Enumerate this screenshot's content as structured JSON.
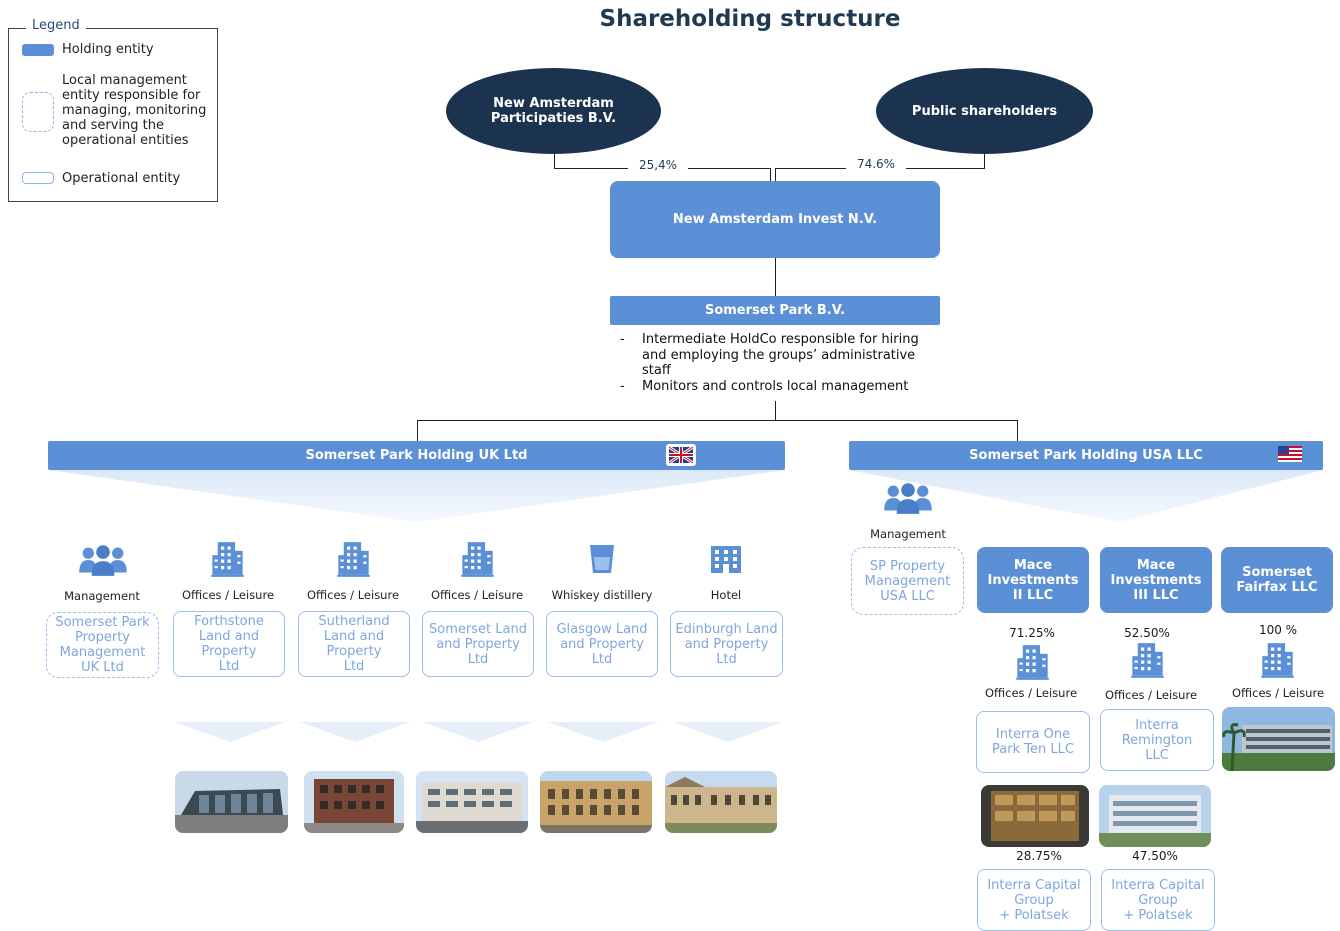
{
  "title": "Shareholding structure",
  "legend": {
    "title": "Legend",
    "holding": "Holding entity",
    "local_line1": "Local management",
    "local_line2": "entity responsible for",
    "local_line3": "managing, monitoring",
    "local_line4": "and serving the",
    "local_line5": "operational entities",
    "operational": "Operational entity"
  },
  "shareholders": {
    "nap_line1": "New Amsterdam",
    "nap_line2": "Participaties B.V.",
    "public": "Public shareholders",
    "nap_pct": "25,4%",
    "public_pct": "74.6%"
  },
  "nai": "New Amsterdam Invest N.V.",
  "spbv": {
    "name": "Somerset Park B.V.",
    "bullet1_line1": "Intermediate HoldCo responsible for hiring",
    "bullet1_line2": "and employing the groups’ administrative",
    "bullet1_line3": "staff",
    "bullet2": "Monitors and controls local management",
    "dash": "-"
  },
  "uk": {
    "name": "Somerset Park Holding UK Ltd",
    "items": [
      {
        "type": "Management",
        "line1": "Somerset Park",
        "line2": "Property",
        "line3": "Management",
        "line4": "UK Ltd"
      },
      {
        "type": "Offices / Leisure",
        "line1": "Forthstone",
        "line2": "Land and",
        "line3": "Property",
        "line4": "Ltd"
      },
      {
        "type": "Offices / Leisure",
        "line1": "Sutherland",
        "line2": "Land and",
        "line3": "Property",
        "line4": "Ltd"
      },
      {
        "type": "Offices / Leisure",
        "line1": "Somerset Land",
        "line2": "and Property",
        "line3": "Ltd"
      },
      {
        "type": "Whiskey distillery",
        "line1": "Glasgow Land",
        "line2": "and Property",
        "line3": "Ltd"
      },
      {
        "type": "Hotel",
        "line1": "Edinburgh Land",
        "line2": "and Property",
        "line3": "Ltd"
      }
    ]
  },
  "usa": {
    "name": "Somerset Park Holding USA LLC",
    "mgmt_type": "Management",
    "mgmt_line1": "SP Property",
    "mgmt_line2": "Management",
    "mgmt_line3": "USA LLC",
    "holdings": [
      {
        "line1": "Mace",
        "line2": "Investments",
        "line3": "II LLC",
        "pct": "71.25%",
        "type": "Offices / Leisure"
      },
      {
        "line1": "Mace",
        "line2": "Investments",
        "line3": "III LLC",
        "pct": "52.50%",
        "type": "Offices / Leisure"
      },
      {
        "line1": "Somerset",
        "line2": "Fairfax LLC",
        "pct": "100 %",
        "type": "Offices / Leisure"
      }
    ],
    "op1_line1": "Interra One",
    "op1_line2": "Park Ten LLC",
    "op2_line1": "Interra",
    "op2_line2": "Remington",
    "op2_line3": "LLC",
    "partner_pct1": "28.75%",
    "partner_pct2": "47.50%",
    "partner_line1": "Interra Capital",
    "partner_line2": "Group",
    "partner_line3": "+ Polatsek"
  }
}
